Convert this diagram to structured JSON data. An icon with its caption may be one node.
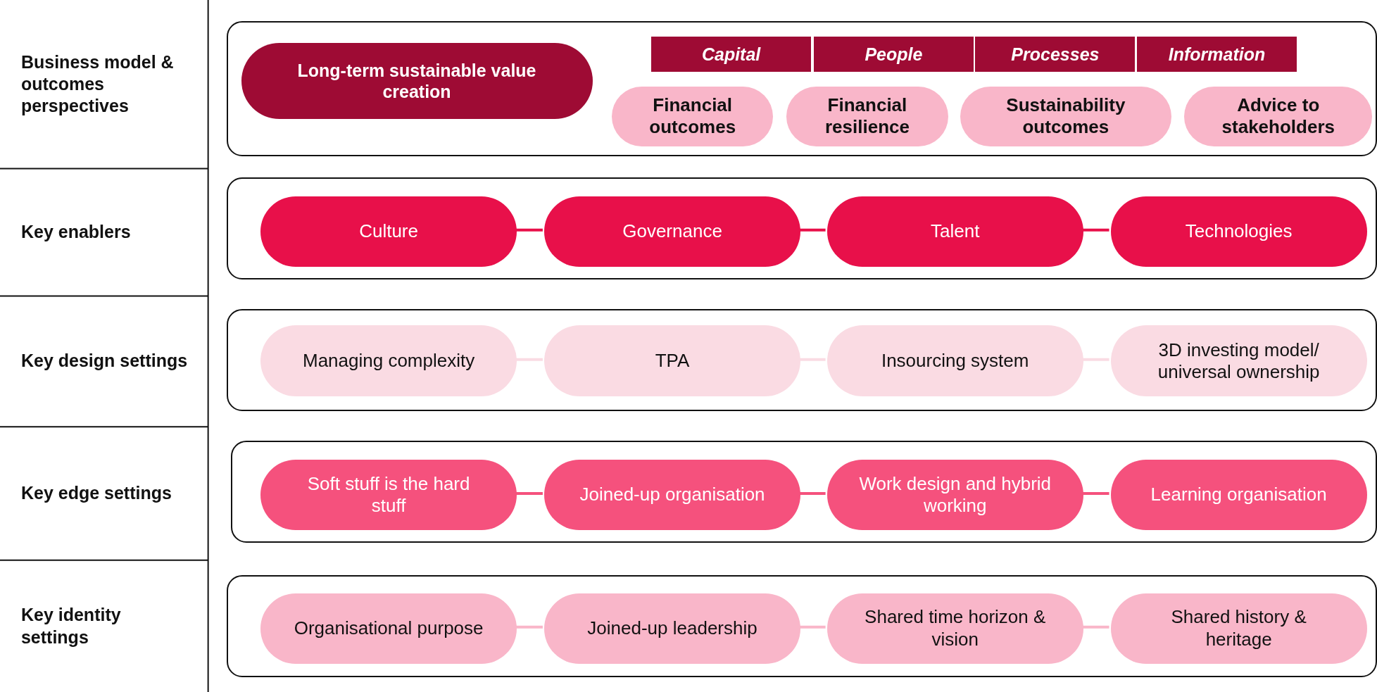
{
  "diagram": {
    "nodes": [
      {
        "text": [],
        "shape": "box"
      },
      {
        "text": [
          "Long-term sustainable value creation"
        ],
        "in": 0
      },
      {
        "text": [
          "Capital"
        ],
        "in": 0
      },
      {
        "text": [
          "People"
        ],
        "in": 0
      },
      {
        "text": [
          "Processes"
        ],
        "in": 0
      },
      {
        "text": [
          "Information"
        ],
        "in": 0
      },
      {
        "text": [
          "Financial outcomes"
        ],
        "in": 0
      },
      {
        "text": [
          "Financial resilience"
        ],
        "in": 0
      },
      {
        "text": [
          "Sustainability outcomes"
        ],
        "in": 0
      },
      {
        "text": [
          "Advice to stakeholders"
        ],
        "in": 0
      },
      {
        "text": [],
        "shape": "box"
      },
      {
        "text": [
          "Culture"
        ],
        "in": 10
      },
      {
        "text": [
          "Governance"
        ],
        "in": 10
      },
      {
        "text": [
          "Talent"
        ],
        "in": 10
      },
      {
        "text": [
          "Technologies"
        ],
        "in": 10
      },
      {
        "text": [],
        "shape": "box"
      },
      {
        "text": [
          "Managing complexity"
        ],
        "in": 15
      },
      {
        "text": [
          "TPA"
        ],
        "in": 15
      },
      {
        "text": [
          "Insourcing system"
        ],
        "in": 15
      },
      {
        "text": [
          "3D investing model/ universal ownership"
        ],
        "in": 15
      },
      {
        "text": [],
        "shape": "box"
      },
      {
        "text": [
          "Soft stuff is the hard stuff"
        ],
        "in": 20
      },
      {
        "text": [
          "Joined-up organisation"
        ],
        "in": 20
      },
      {
        "text": [
          "Work design and hybrid working"
        ],
        "in": 20
      },
      {
        "text": [
          "Learning organisation"
        ],
        "in": 20
      },
      {
        "text": [],
        "shape": "box"
      },
      {
        "text": [
          "Organisational purpose"
        ],
        "in": 25
      },
      {
        "text": [
          "Joined-up leadership"
        ],
        "in": 25
      },
      {
        "text": [
          "Shared time horizon & vision"
        ],
        "in": 25
      },
      {
        "text": [
          "Shared history & heritage"
        ],
        "in": 25
      }
    ],
    "edges": [
      {
        "from": 11,
        "to": 12,
        "arrow": "none",
        "color": "#e8104a"
      },
      {
        "from": 12,
        "to": 13,
        "arrow": "none",
        "color": "#e8104a"
      },
      {
        "from": 13,
        "to": 14,
        "arrow": "none",
        "color": "#e8104a"
      },
      {
        "from": 16,
        "to": 17,
        "arrow": "none",
        "color": "#fadbe3"
      },
      {
        "from": 17,
        "to": 18,
        "arrow": "none",
        "color": "#fadbe3"
      },
      {
        "from": 18,
        "to": 19,
        "arrow": "none",
        "color": "#fadbe3"
      },
      {
        "from": 21,
        "to": 22,
        "arrow": "none",
        "color": "#f5517d"
      },
      {
        "from": 22,
        "to": 23,
        "arrow": "none",
        "color": "#f5517d"
      },
      {
        "from": 23,
        "to": 24,
        "arrow": "none",
        "color": "#f5517d"
      },
      {
        "from": 26,
        "to": 27,
        "arrow": "none",
        "color": "#f9b6c9"
      },
      {
        "from": 27,
        "to": 28,
        "arrow": "none",
        "color": "#f9b6c9"
      },
      {
        "from": 28,
        "to": 29,
        "arrow": "none",
        "color": "#f9b6c9"
      }
    ],
    "labels": [
      "Business model & outcomes perspectives",
      "Key enablers",
      "Key design settings",
      "Key edge settings",
      "Key identity settings"
    ]
  }
}
